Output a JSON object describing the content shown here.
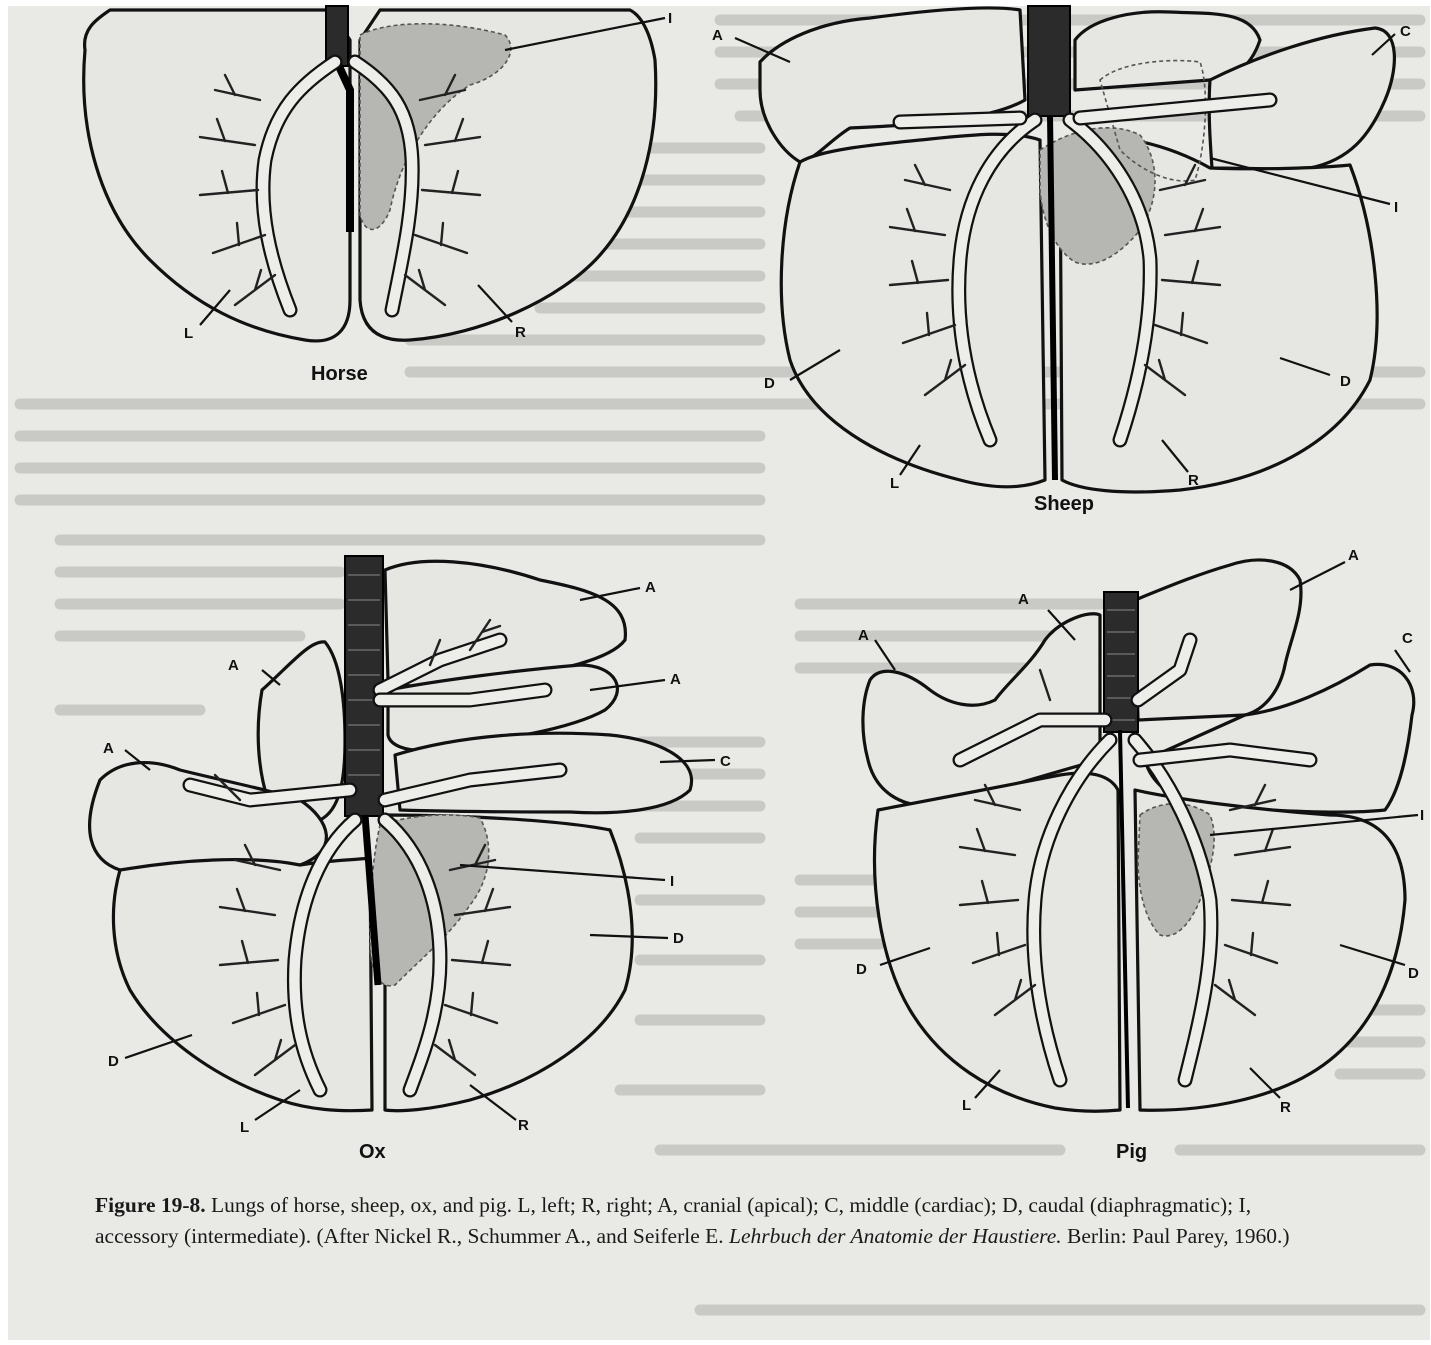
{
  "figure": {
    "panels": [
      {
        "species": "Horse",
        "labels": [
          "I",
          "L",
          "R"
        ]
      },
      {
        "species": "Sheep",
        "labels": [
          "A",
          "C",
          "I",
          "D",
          "D",
          "L",
          "R"
        ]
      },
      {
        "species": "Ox",
        "labels": [
          "A",
          "A",
          "A",
          "A",
          "C",
          "I",
          "D",
          "D",
          "L",
          "R"
        ]
      },
      {
        "species": "Pig",
        "labels": [
          "A",
          "A",
          "A",
          "C",
          "I",
          "D",
          "D",
          "L",
          "R"
        ]
      }
    ],
    "caption": {
      "figure_number": "Figure 19-8.",
      "text_before_title": " Lungs of horse, sheep, ox, and pig. L, left; R, right; A, cranial (apical); C, middle (cardiac); D, caudal (diaphragmatic); I, accessory (intermediate). (After Nickel R., Schummer A., and Seiferle E. ",
      "book_title": "Lehrbuch der Anatomie der Haustiere.",
      "text_after_title": " Berlin: Paul Parey, 1960.)"
    }
  }
}
